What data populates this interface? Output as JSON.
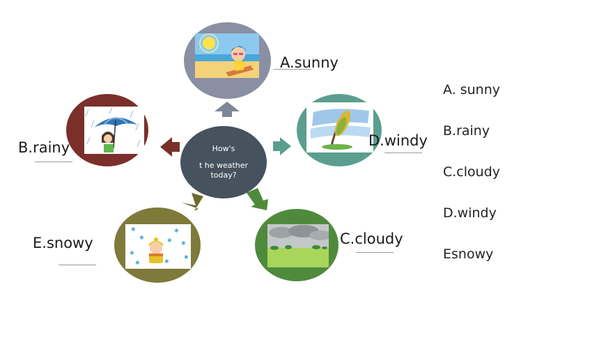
{
  "center": {
    "line1": "How's",
    "line2": "t he weather",
    "line3": "today?"
  },
  "nodes": [
    {
      "key": "sunny",
      "label": "A.sunny",
      "color": "#8a8fa3"
    },
    {
      "key": "rainy",
      "label": "B.rainy",
      "color": "#7b2f2a"
    },
    {
      "key": "windy",
      "label": "D.windy",
      "color": "#5b9e8f"
    },
    {
      "key": "snowy",
      "label": "E.snowy",
      "color": "#7d7a3a"
    },
    {
      "key": "cloudy",
      "label": "C.cloudy",
      "color": "#4f8a3c"
    }
  ],
  "options": [
    "A. sunny",
    "B.rainy",
    "C.cloudy",
    "D.windy",
    "Esnowy"
  ],
  "colors": {
    "center": "#46525e",
    "arrow_up": "#7e8797",
    "arrow_left": "#7b2f2a",
    "arrow_right": "#5b9e8f",
    "arrow_down_left": "#6b6a2c",
    "arrow_down_right": "#4f8a3c"
  }
}
